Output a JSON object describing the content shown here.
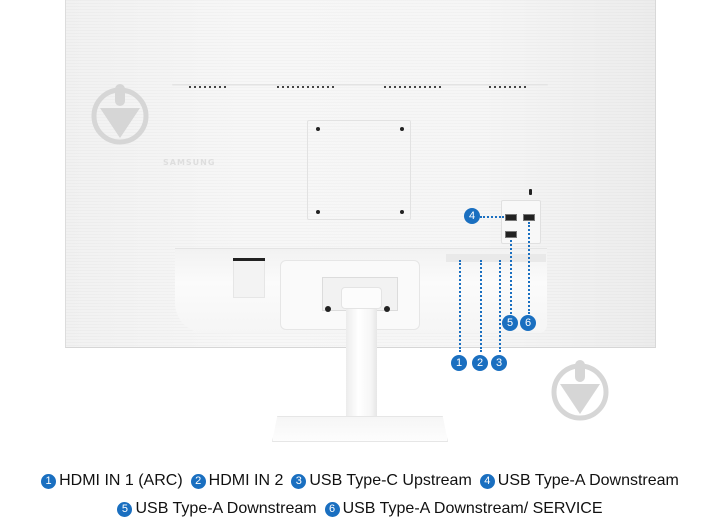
{
  "product": {
    "view": "rear",
    "brand_mark": "SAMSUNG",
    "color": "#f5f5f5"
  },
  "callouts": [
    {
      "number": "1",
      "label": "HDMI IN 1 (ARC)"
    },
    {
      "number": "2",
      "label": "HDMI IN 2"
    },
    {
      "number": "3",
      "label": "USB Type-C Upstream"
    },
    {
      "number": "4",
      "label": "USB Type-A Downstream"
    },
    {
      "number": "5",
      "label": "USB Type-A Downstream"
    },
    {
      "number": "6",
      "label": "USB Type-A Downstream/ SERVICE"
    }
  ],
  "legend": {
    "row1": [
      {
        "number": "1",
        "label": "HDMI IN 1 (ARC)"
      },
      {
        "number": "2",
        "label": "HDMI IN 2"
      },
      {
        "number": "3",
        "label": "USB Type-C Upstream"
      },
      {
        "number": "4",
        "label": "USB Type-A Downstream"
      }
    ],
    "row2": [
      {
        "number": "5",
        "label": "USB Type-A Downstream"
      },
      {
        "number": "6",
        "label": "USB Type-A Downstream/ SERVICE"
      }
    ]
  },
  "colors": {
    "callout_blue": "#1a6fc0",
    "watermark_gray": "#d6d6d6"
  },
  "icons": {
    "watermark": "download-arrow-icon"
  }
}
